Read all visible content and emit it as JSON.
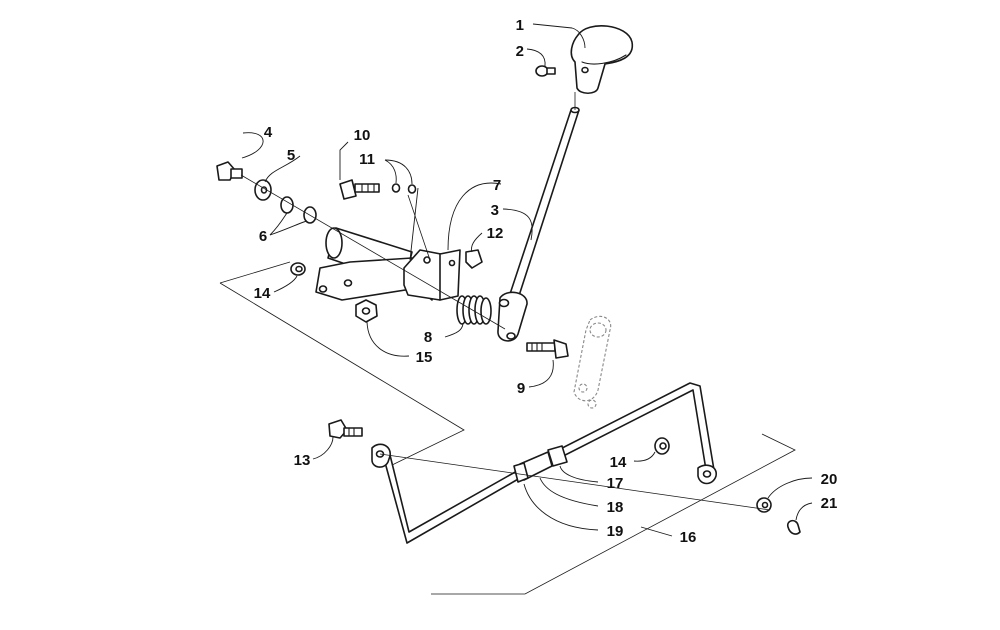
{
  "diagram": {
    "callouts": [
      {
        "id": "1",
        "text": "1"
      },
      {
        "id": "2",
        "text": "2"
      },
      {
        "id": "3",
        "text": "3"
      },
      {
        "id": "4",
        "text": "4"
      },
      {
        "id": "5",
        "text": "5"
      },
      {
        "id": "6",
        "text": "6"
      },
      {
        "id": "7",
        "text": "7"
      },
      {
        "id": "8",
        "text": "8"
      },
      {
        "id": "9",
        "text": "9"
      },
      {
        "id": "10",
        "text": "10"
      },
      {
        "id": "11",
        "text": "11"
      },
      {
        "id": "12",
        "text": "12"
      },
      {
        "id": "13",
        "text": "13"
      },
      {
        "id": "14a",
        "text": "14"
      },
      {
        "id": "14b",
        "text": "14"
      },
      {
        "id": "15",
        "text": "15"
      },
      {
        "id": "16",
        "text": "16"
      },
      {
        "id": "17",
        "text": "17"
      },
      {
        "id": "18",
        "text": "18"
      },
      {
        "id": "19",
        "text": "19"
      },
      {
        "id": "20",
        "text": "20"
      },
      {
        "id": "21",
        "text": "21"
      }
    ],
    "parts": [
      {
        "part": "shift-knob",
        "callout": "1"
      },
      {
        "part": "knob-set-screw",
        "callout": "2"
      },
      {
        "part": "shift-lever",
        "callout": "3"
      },
      {
        "part": "flange-bolt",
        "callout": "4"
      },
      {
        "part": "washer",
        "callout": "5"
      },
      {
        "part": "o-ring",
        "callout": "6"
      },
      {
        "part": "lever-bracket",
        "callout": "7"
      },
      {
        "part": "spring",
        "callout": "8"
      },
      {
        "part": "lever-bolt",
        "callout": "9"
      },
      {
        "part": "grease-fitting",
        "callout": "10"
      },
      {
        "part": "retaining-ring",
        "callout": "11"
      },
      {
        "part": "lock-nut",
        "callout": "12"
      },
      {
        "part": "linkage-bolt",
        "callout": "13"
      },
      {
        "part": "bushing",
        "callout": "14"
      },
      {
        "part": "hex-nut",
        "callout": "15"
      },
      {
        "part": "shift-rod",
        "callout": "16"
      },
      {
        "part": "jam-nut",
        "callout": "17"
      },
      {
        "part": "adjuster",
        "callout": "18"
      },
      {
        "part": "jam-nut",
        "callout": "19"
      },
      {
        "part": "flat-washer",
        "callout": "20"
      },
      {
        "part": "cotter-pin",
        "callout": "21"
      }
    ]
  }
}
